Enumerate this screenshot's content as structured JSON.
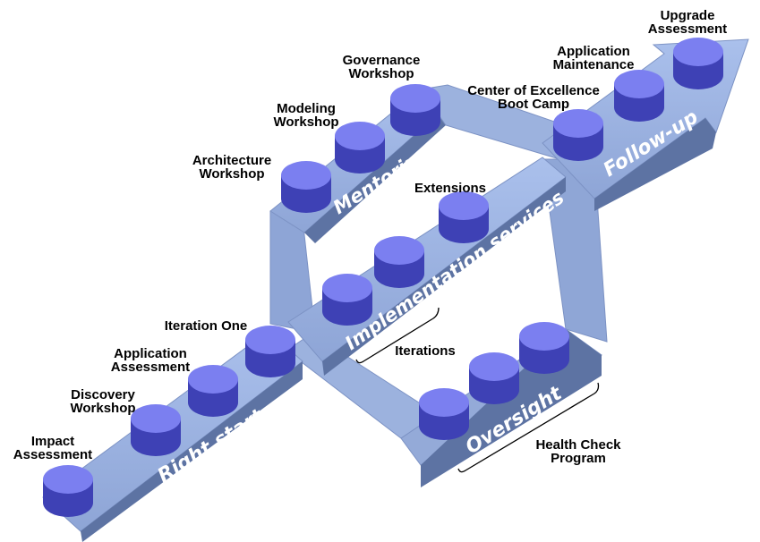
{
  "colors": {
    "band_top": "#9db3e0",
    "band_side": "#5d73a3",
    "band_edge": "#7c92c4",
    "node_top": "#7b7ff0",
    "node_side": "#3e41b5"
  },
  "phases": {
    "right_start": "Right start",
    "mentoring": "Mentoring",
    "implementation": "Implementation services",
    "oversight": "Oversight",
    "follow_up": "Follow-up"
  },
  "steps": {
    "impact": [
      "Impact",
      "Assessment"
    ],
    "discovery": [
      "Discovery",
      "Workshop"
    ],
    "app_assessment": [
      "Application",
      "Assessment"
    ],
    "iteration_one": [
      "Iteration One"
    ],
    "architecture": [
      "Architecture",
      "Workshop"
    ],
    "modeling": [
      "Modeling",
      "Workshop"
    ],
    "governance": [
      "Governance",
      "Workshop"
    ],
    "extensions": [
      "Extensions"
    ],
    "coe": [
      "Center of Excellence",
      "Boot Camp"
    ],
    "app_maintenance": [
      "Application",
      "Maintenance"
    ],
    "upgrade": [
      "Upgrade",
      "Assessment"
    ]
  },
  "brackets": {
    "iterations": "Iterations",
    "health_check": [
      "Health Check",
      "Program"
    ]
  }
}
